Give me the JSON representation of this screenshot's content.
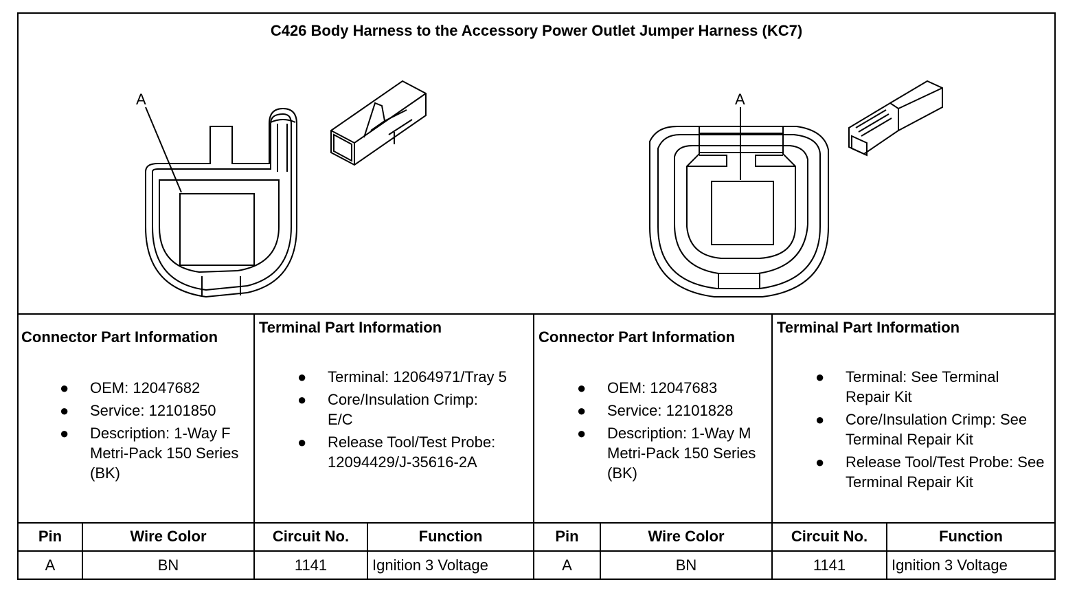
{
  "title": "C426 Body Harness to the Accessory Power Outlet Jumper Harness (KC7)",
  "left_view": {
    "callout": "A"
  },
  "right_view": {
    "callout": "A"
  },
  "left": {
    "connector": {
      "heading": "Connector Part Information",
      "items": [
        "OEM: 12047682",
        "Service: 12101850",
        "Description: 1-Way F Metri-Pack 150 Series (BK)"
      ]
    },
    "terminal": {
      "heading": "Terminal Part Information",
      "items": [
        "Terminal: 12064971/Tray 5",
        "Core/Insulation Crimp: E/C",
        "Release Tool/Test Probe: 12094429/J-35616-2A"
      ]
    }
  },
  "right": {
    "connector": {
      "heading": "Connector Part Information",
      "items": [
        "OEM: 12047683",
        "Service: 12101828",
        "Description: 1-Way M Metri-Pack 150 Series (BK)"
      ]
    },
    "terminal": {
      "heading": "Terminal Part Information",
      "items": [
        "Terminal: See Terminal Repair Kit",
        "Core/Insulation Crimp: See Terminal Repair Kit",
        "Release Tool/Test Probe: See Terminal Repair Kit"
      ]
    }
  },
  "table": {
    "headers": [
      "Pin",
      "Wire Color",
      "Circuit No.",
      "Function"
    ],
    "left_row": [
      "A",
      "BN",
      "1141",
      "Ignition 3 Voltage"
    ],
    "right_row": [
      "A",
      "BN",
      "1141",
      "Ignition 3 Voltage"
    ]
  },
  "bullet": "●"
}
